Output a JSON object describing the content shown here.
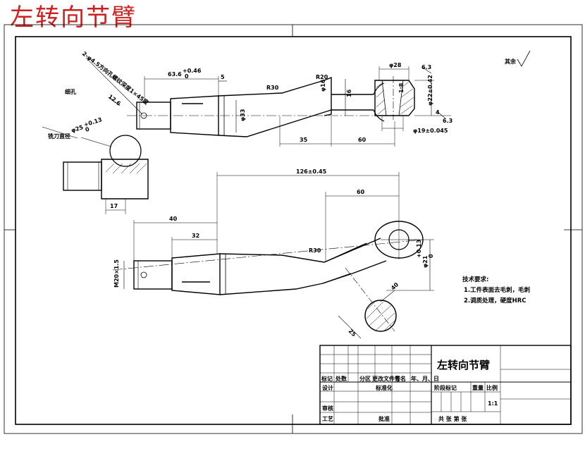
{
  "banner_title": "左转向节臂",
  "top_view": {
    "dims": {
      "d63": "63.6",
      "d63_tol_up": "+0.46",
      "d63_tol_low": "0",
      "d5": "5",
      "r30": "R30",
      "r20": "R20",
      "d_tilt": "φ16",
      "d16": "16",
      "d33": "φ33",
      "d35": "35",
      "d60": "60"
    },
    "labels": {
      "thread_callout": "2-φ4.5方向孔螺纹深度1×45度",
      "thread_small": "12.6",
      "thread_left": "细孔"
    }
  },
  "right_detail": {
    "dims": {
      "d28": "φ28",
      "d63b": "6.3",
      "d18": "1:8",
      "d22": "φ22±0.42",
      "d4": "4",
      "d19": "φ19±0.045",
      "d63c": "6.3"
    },
    "roughness_rest": "其余"
  },
  "mid_view": {
    "labels": {
      "cut_label": "铣刀直径",
      "dia": "φ25",
      "dia_tol_up": "+0.13",
      "dia_tol_low": "0",
      "d17": "17"
    }
  },
  "main_view": {
    "dims": {
      "d126": "126±0.45",
      "d60": "60",
      "d40": "40",
      "d32": "32",
      "r30": "R30",
      "d21": "φ21",
      "d21_tol_up": "+0.13",
      "d21_tol_low": "0",
      "m20": "M20×1.5",
      "d25": "25",
      "d40b": "40"
    }
  },
  "tech_requirements": {
    "title": "技术要求:",
    "lines": [
      "1.工件表面去毛刺，毛刺",
      "2.调质处理，硬度HRC"
    ]
  },
  "title_block": {
    "part_name": "左转向节臂",
    "row_headers": [
      "标记",
      "处数",
      "分区",
      "更改文件号",
      "签名",
      "年、月、日"
    ],
    "design": "设计",
    "standardize": "标准化",
    "check": "审核",
    "process": "工艺",
    "approve": "批准",
    "stage_mark": "阶段标记",
    "weight": "重量",
    "scale_label": "比例",
    "scale_value": "1:1",
    "sheets": "共  张  第  张"
  }
}
